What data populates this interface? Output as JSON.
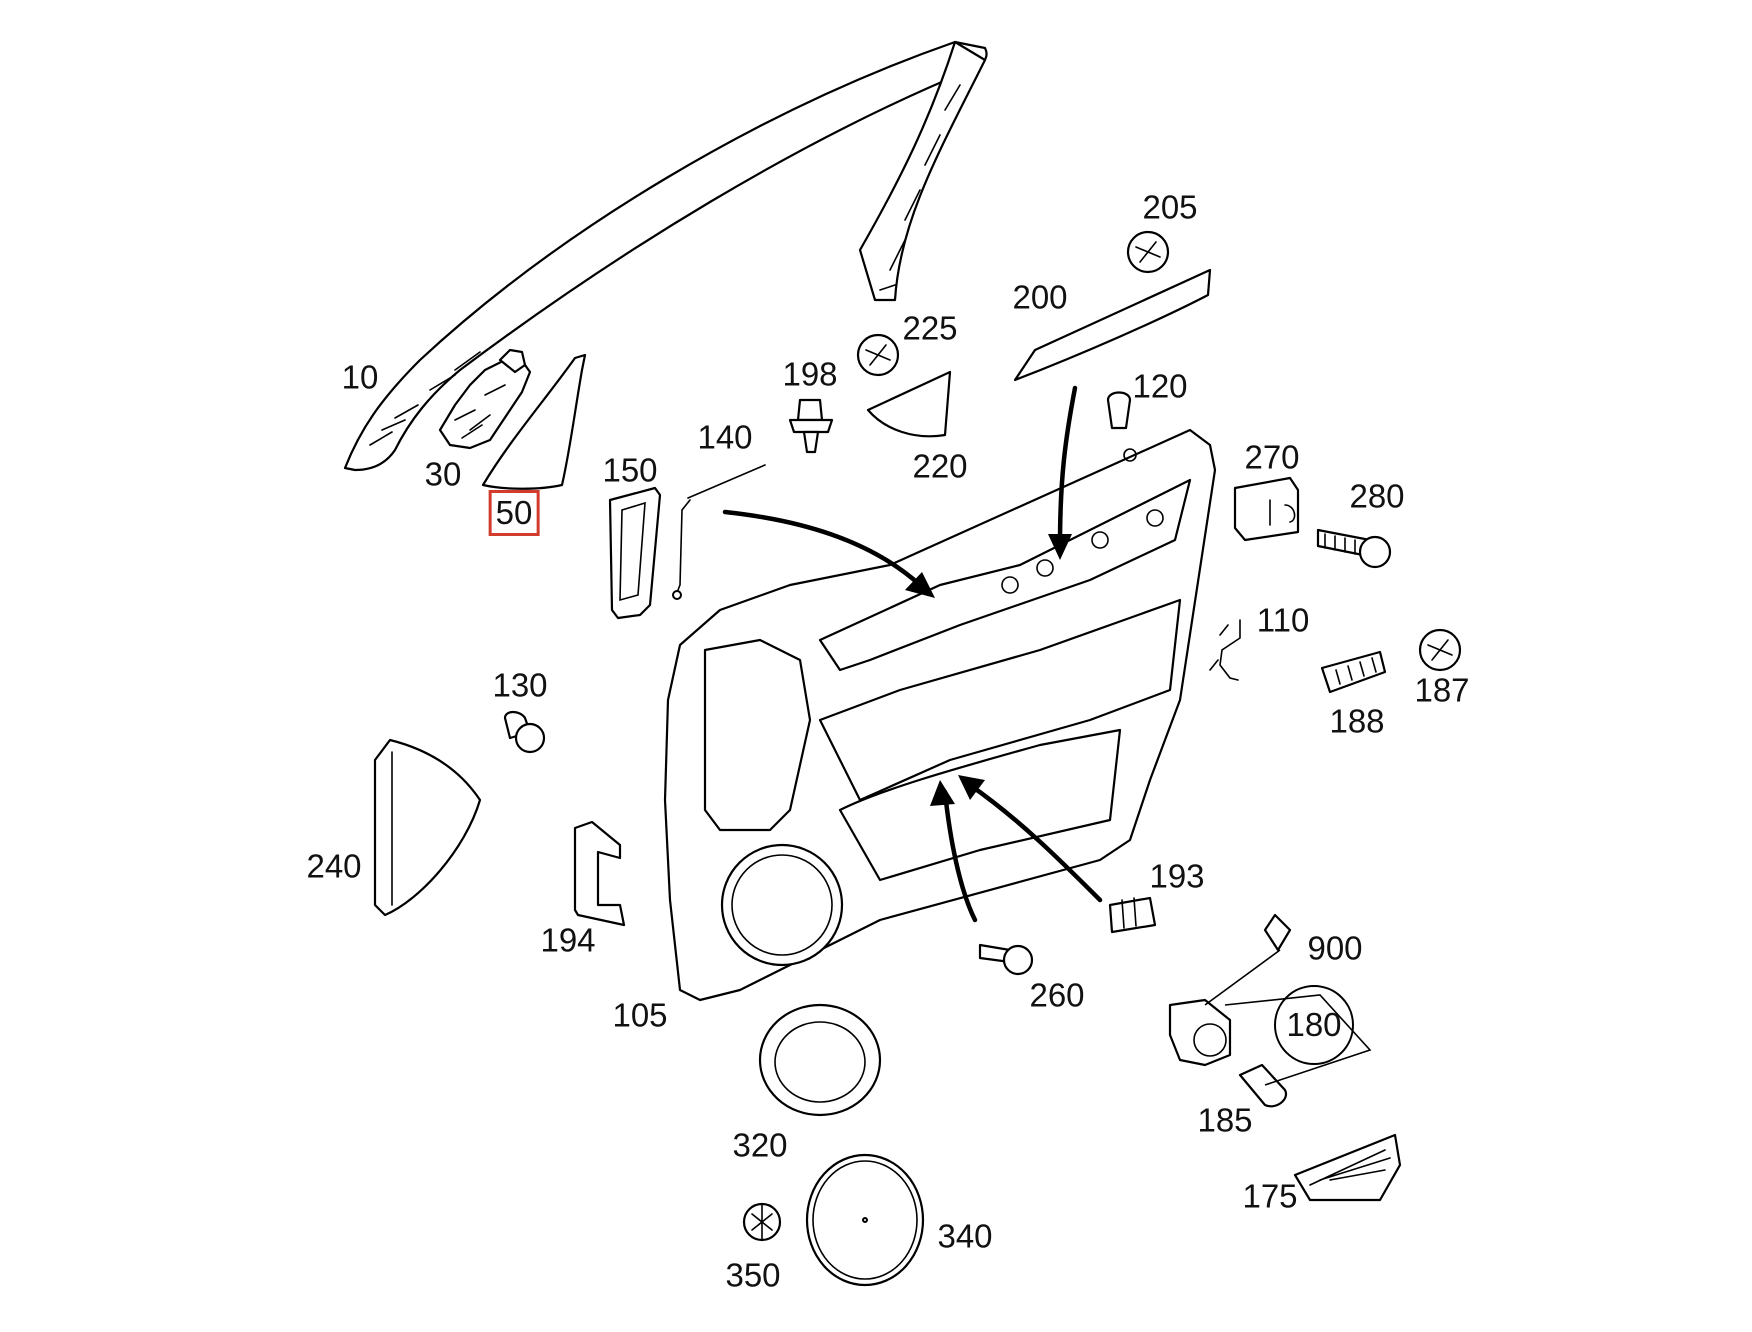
{
  "diagram": {
    "highlight_color": "#d23c2c",
    "line_color": "#000000",
    "background": "#ffffff",
    "callouts": [
      {
        "id": "c10",
        "label": "10",
        "highlighted": false
      },
      {
        "id": "c30",
        "label": "30",
        "highlighted": false
      },
      {
        "id": "c50",
        "label": "50",
        "highlighted": true
      },
      {
        "id": "c150",
        "label": "150",
        "highlighted": false
      },
      {
        "id": "c140",
        "label": "140",
        "highlighted": false
      },
      {
        "id": "c198",
        "label": "198",
        "highlighted": false
      },
      {
        "id": "c225",
        "label": "225",
        "highlighted": false
      },
      {
        "id": "c220",
        "label": "220",
        "highlighted": false
      },
      {
        "id": "c200",
        "label": "200",
        "highlighted": false
      },
      {
        "id": "c205",
        "label": "205",
        "highlighted": false
      },
      {
        "id": "c120",
        "label": "120",
        "highlighted": false
      },
      {
        "id": "c270",
        "label": "270",
        "highlighted": false
      },
      {
        "id": "c280",
        "label": "280",
        "highlighted": false
      },
      {
        "id": "c110",
        "label": "110",
        "highlighted": false
      },
      {
        "id": "c188",
        "label": "188",
        "highlighted": false
      },
      {
        "id": "c187",
        "label": "187",
        "highlighted": false
      },
      {
        "id": "c130",
        "label": "130",
        "highlighted": false
      },
      {
        "id": "c240",
        "label": "240",
        "highlighted": false
      },
      {
        "id": "c194",
        "label": "194",
        "highlighted": false
      },
      {
        "id": "c105",
        "label": "105",
        "highlighted": false
      },
      {
        "id": "c193",
        "label": "193",
        "highlighted": false
      },
      {
        "id": "c260",
        "label": "260",
        "highlighted": false
      },
      {
        "id": "c900",
        "label": "900",
        "highlighted": false
      },
      {
        "id": "c180",
        "label": "180",
        "highlighted": false
      },
      {
        "id": "c185",
        "label": "185",
        "highlighted": false
      },
      {
        "id": "c175",
        "label": "175",
        "highlighted": false
      },
      {
        "id": "c320",
        "label": "320",
        "highlighted": false
      },
      {
        "id": "c340",
        "label": "340",
        "highlighted": false
      },
      {
        "id": "c350",
        "label": "350",
        "highlighted": false
      }
    ]
  }
}
